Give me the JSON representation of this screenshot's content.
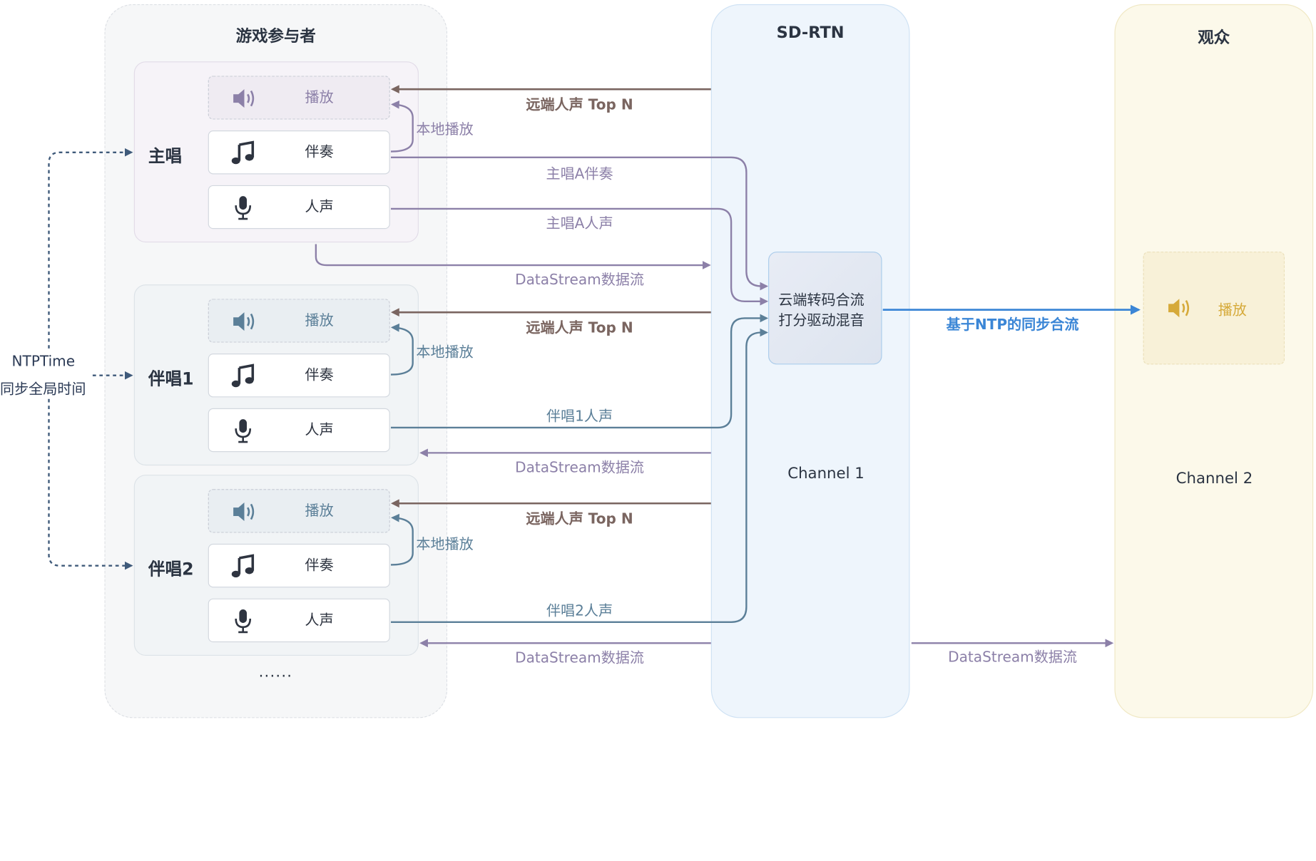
{
  "sections": {
    "participants": "游戏参与者",
    "sdrtn": "SD-RTN",
    "audience": "观众"
  },
  "roles": {
    "lead": "主唱",
    "chorus1": "伴唱1",
    "chorus2": "伴唱2"
  },
  "box_labels": {
    "play": "播放",
    "accompaniment": "伴奏",
    "vocal": "人声"
  },
  "ellipsis": "......",
  "ntp": {
    "line1": "NTPTime",
    "line2": "同步全局时间"
  },
  "flows": {
    "remote_topn": "远端人声 Top N",
    "local_play": "本地播放",
    "lead_accomp": "主唱A伴奏",
    "lead_vocal": "主唱A人声",
    "datastream": "DataStream数据流",
    "chorus1_vocal": "伴唱1人声",
    "chorus2_vocal": "伴唱2人声",
    "ntp_sync_mix": "基于NTP的同步合流"
  },
  "cloud": {
    "line1": "云端转码合流",
    "line2": "打分驱动混音"
  },
  "channels": {
    "ch1": "Channel 1",
    "ch2": "Channel 2"
  },
  "colors": {
    "brown_arrow": "#7a6560",
    "purple_arrow": "#8c80a8",
    "teal_arrow": "#5b7f98",
    "blue_arrow": "#3b86d6",
    "ntp_dotted": "#3f5a7a",
    "audience_speaker": "#d6aa3a"
  },
  "icons": [
    "speaker-icon",
    "music-note-icon",
    "microphone-icon"
  ]
}
